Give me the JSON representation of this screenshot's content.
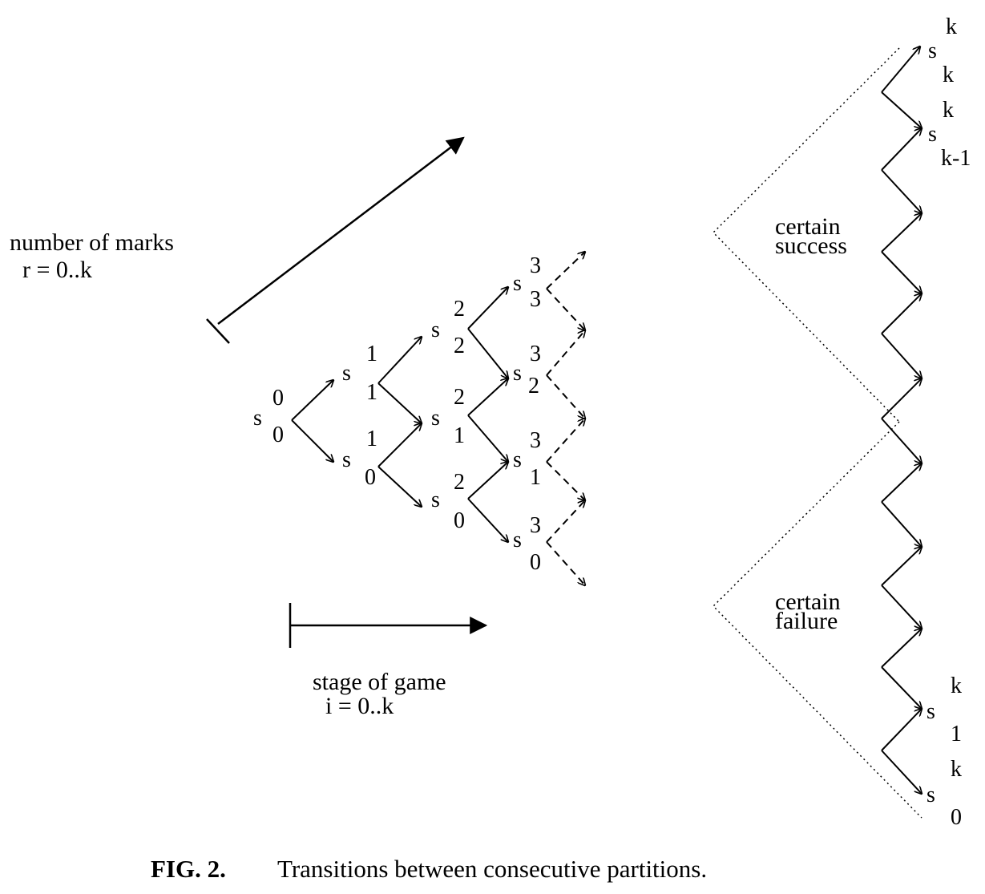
{
  "figure": {
    "caption_label": "FIG. 2.",
    "caption_text": "Transitions between consecutive partitions."
  },
  "axes": {
    "marks_label_line1": "number of marks",
    "marks_label_line2": "r = 0..k",
    "stage_label_line1": "stage of game",
    "stage_label_line2": "i = 0..k"
  },
  "regions": {
    "success_line1": "certain",
    "success_line2": "success",
    "failure_line1": "certain",
    "failure_line2": "failure"
  },
  "state_symbol": "s",
  "states": [
    {
      "stage": "0",
      "marks": "0"
    },
    {
      "stage": "1",
      "marks": "1"
    },
    {
      "stage": "1",
      "marks": "0"
    },
    {
      "stage": "2",
      "marks": "2"
    },
    {
      "stage": "2",
      "marks": "1"
    },
    {
      "stage": "2",
      "marks": "0"
    },
    {
      "stage": "3",
      "marks": "3"
    },
    {
      "stage": "3",
      "marks": "2"
    },
    {
      "stage": "3",
      "marks": "1"
    },
    {
      "stage": "3",
      "marks": "0"
    },
    {
      "stage": "k",
      "marks": "k"
    },
    {
      "stage": "k",
      "marks": "k-1"
    },
    {
      "stage": "k",
      "marks": "1"
    },
    {
      "stage": "k",
      "marks": "0"
    }
  ]
}
